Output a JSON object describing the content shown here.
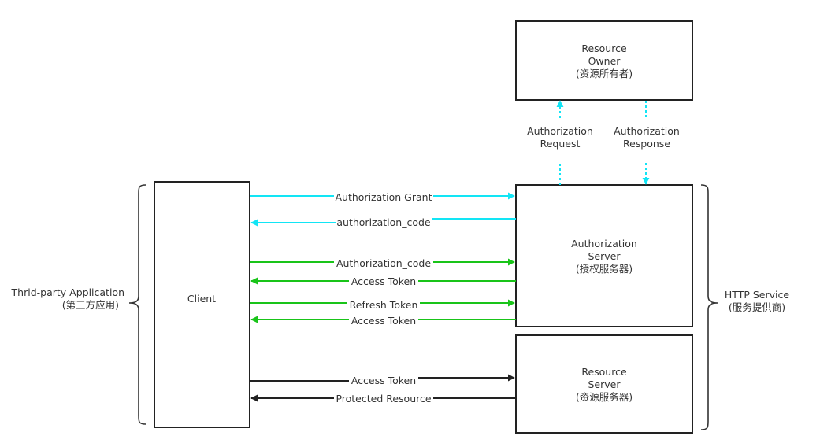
{
  "colors": {
    "cyan": "#12E5F5",
    "green": "#19C419",
    "dark": "#222222"
  },
  "nodes": {
    "resource_owner": [
      "Resource",
      "Owner",
      "(资源所有者)"
    ],
    "client": [
      "Client"
    ],
    "authorization_server": [
      "Authorization",
      "Server",
      "(授权服务器)"
    ],
    "resource_server": [
      "Resource",
      "Server",
      "(资源服务器)"
    ]
  },
  "groups": {
    "third_party": [
      "Thrid-party Application",
      "(第三方应用)"
    ],
    "http_service": [
      "HTTP Service",
      "(服务提供商)"
    ]
  },
  "flows": {
    "authorization_request": [
      "Authorization",
      "Request"
    ],
    "authorization_response": [
      "Authorization",
      "Response"
    ],
    "authorization_grant": "Authorization Grant",
    "authorization_code_return": "authorization_code",
    "authorization_code_send": "Authorization_code",
    "access_token_1": "Access Token",
    "refresh_token": "Refresh Token",
    "access_token_2": "Access Token",
    "access_token_3": "Access Token",
    "protected_resource": "Protected Resource"
  }
}
